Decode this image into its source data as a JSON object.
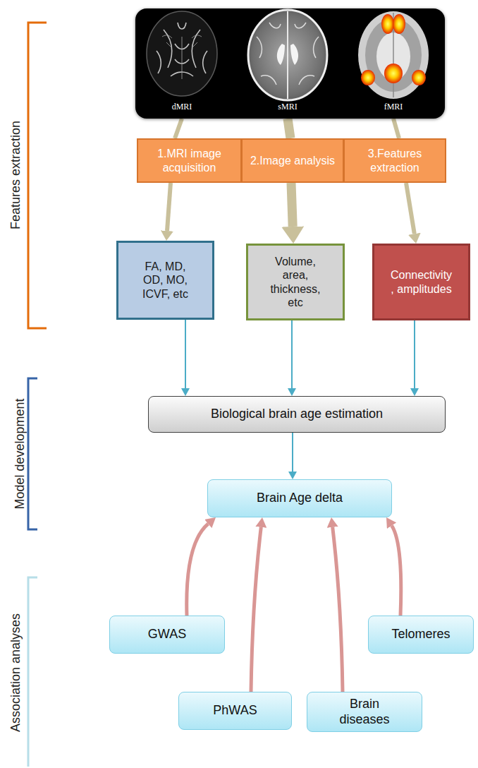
{
  "diagram": {
    "nodes": [
      {
        "text": [
          "dMRI",
          "sMRI",
          "fMRI"
        ]
      },
      {
        "text": [
          "1.MRI image acquisition"
        ]
      },
      {
        "text": [
          "2.Image analysis"
        ]
      },
      {
        "text": [
          "3.Features extraction"
        ]
      },
      {
        "text": [
          "FA, MD, OD, MO, ICVF, etc"
        ]
      },
      {
        "text": [
          "Volume, area, thickness, etc"
        ]
      },
      {
        "text": [
          "Connectivity , amplitudes"
        ]
      },
      {
        "text": [
          "Biological brain age estimation"
        ]
      },
      {
        "text": [
          "Brain Age delta"
        ]
      },
      {
        "text": [
          "GWAS"
        ]
      },
      {
        "text": [
          "PhWAS"
        ]
      },
      {
        "text": [
          "Brain diseases"
        ]
      },
      {
        "text": [
          "Telomeres"
        ]
      }
    ],
    "edges": [
      {
        "from": 0,
        "to": 1,
        "arrow": "none"
      },
      {
        "from": 0,
        "to": 2,
        "arrow": "none"
      },
      {
        "from": 0,
        "to": 3,
        "arrow": "none"
      },
      {
        "from": 1,
        "to": 4,
        "arrow": "to"
      },
      {
        "from": 2,
        "to": 5,
        "arrow": "to"
      },
      {
        "from": 3,
        "to": 6,
        "arrow": "to"
      },
      {
        "from": 4,
        "to": 7,
        "arrow": "to"
      },
      {
        "from": 5,
        "to": 7,
        "arrow": "to"
      },
      {
        "from": 6,
        "to": 7,
        "arrow": "to"
      },
      {
        "from": 7,
        "to": 8,
        "arrow": "to"
      },
      {
        "from": 9,
        "to": 8,
        "arrow": "to"
      },
      {
        "from": 10,
        "to": 8,
        "arrow": "to"
      },
      {
        "from": 11,
        "to": 8,
        "arrow": "to"
      },
      {
        "from": 12,
        "to": 8,
        "arrow": "to"
      }
    ],
    "labels": [
      "Features extraction",
      "Model development",
      "Association analyses"
    ]
  }
}
